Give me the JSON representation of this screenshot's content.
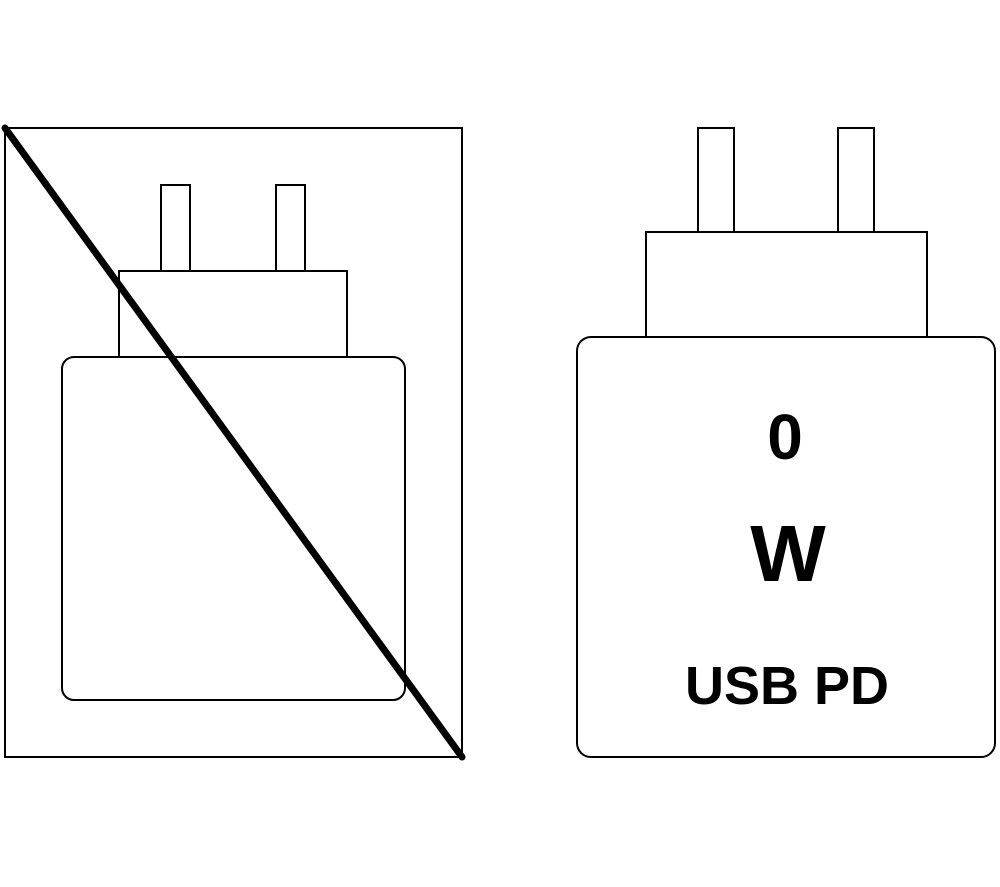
{
  "diagram": {
    "left_panel": {
      "description_icon": "charger-not-included-icon"
    },
    "right_panel": {
      "power_value": "0",
      "power_unit": "W",
      "standard": "USB PD"
    },
    "colors": {
      "line": "#000000",
      "background": "#ffffff"
    }
  }
}
